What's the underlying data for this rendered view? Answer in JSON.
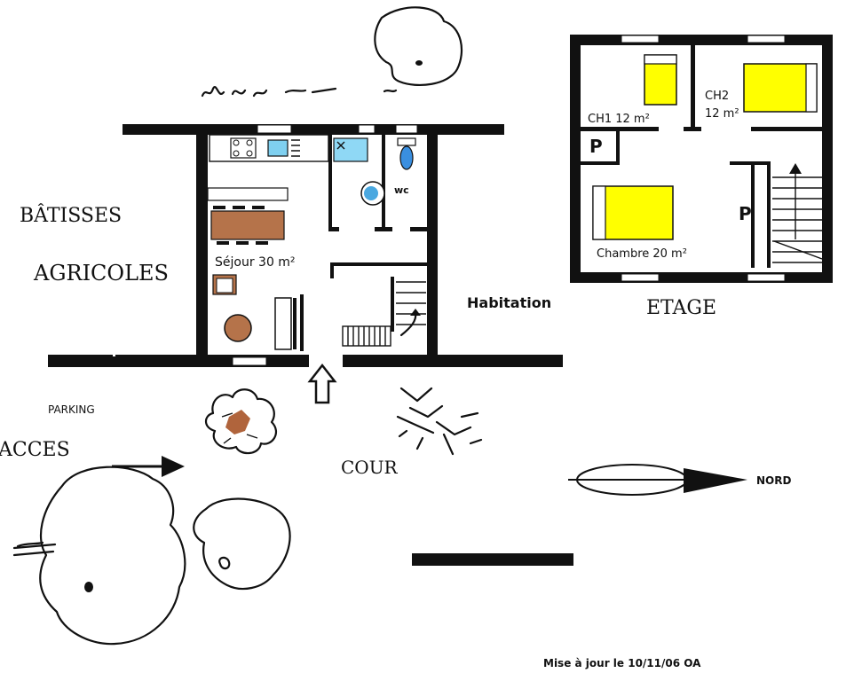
{
  "labels": {
    "batisses": "BÂTISSES",
    "agricoles": "AGRICOLES",
    "sejour": "Séjour 30 m²",
    "wc": "wc",
    "habitation": "Habitation",
    "parking": "PARKING",
    "acces": "ACCES",
    "cour": "COUR",
    "nord": "NORD",
    "etage": "ETAGE",
    "ch1": "CH1 12 m²",
    "ch2": "CH2",
    "ch2_area": "12 m²",
    "chambre": "Chambre 20 m²",
    "placard1": "P",
    "placard2": "P",
    "footer": "Mise à jour le 10/11/06 OA"
  },
  "colors": {
    "wall": "#111111",
    "bed": "#ffff00",
    "table": "#b5734a",
    "kitchen_sink": "#7fd0f0",
    "shower": "#8fd8f5",
    "washbasin": "#4aa8e0",
    "toilet": "#3a8fe0",
    "shrub_center": "#b0643c"
  }
}
